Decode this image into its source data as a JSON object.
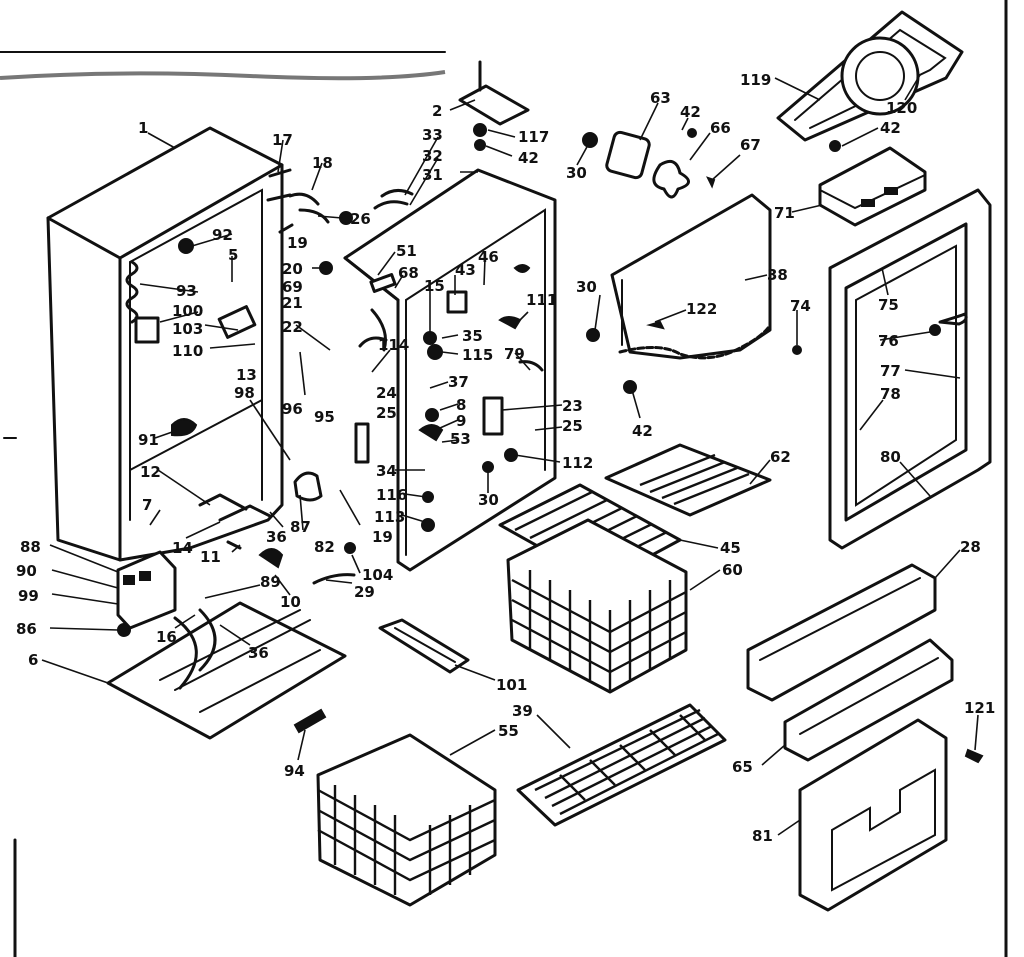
{
  "labels": {
    "p1": "1",
    "p2": "2",
    "p5": "5",
    "p6": "6",
    "p7": "7",
    "p8": "8",
    "p9": "9",
    "p10": "10",
    "p11": "11",
    "p12": "12",
    "p13": "13",
    "p14": "14",
    "p15": "15",
    "p16": "16",
    "p17": "17",
    "p18": "18",
    "p19a": "19",
    "p19b": "19",
    "p20": "20",
    "p21": "21",
    "p22": "22",
    "p23": "23",
    "p24": "24",
    "p25a": "25",
    "p25b": "25",
    "p26": "26",
    "p28": "28",
    "p29": "29",
    "p30a": "30",
    "p30b": "30",
    "p30c": "30",
    "p31": "31",
    "p32": "32",
    "p33": "33",
    "p34": "34",
    "p35": "35",
    "p36a": "36",
    "p36b": "36",
    "p37": "37",
    "p38": "38",
    "p39": "39",
    "p42a": "42",
    "p42b": "42",
    "p42c": "42",
    "p42d": "42",
    "p43": "43",
    "p45": "45",
    "p46": "46",
    "p51": "51",
    "p53": "53",
    "p55": "55",
    "p60": "60",
    "p62": "62",
    "p63": "63",
    "p65": "65",
    "p66": "66",
    "p67": "67",
    "p68": "68",
    "p69": "69",
    "p71": "71",
    "p74": "74",
    "p75": "75",
    "p76": "76",
    "p77": "77",
    "p78": "78",
    "p79": "79",
    "p80": "80",
    "p81": "81",
    "p82": "82",
    "p86": "86",
    "p87": "87",
    "p88": "88",
    "p89": "89",
    "p90": "90",
    "p91": "91",
    "p92": "92",
    "p93": "93",
    "p94": "94",
    "p95": "95",
    "p96": "96",
    "p98": "98",
    "p99": "99",
    "p100": "100",
    "p101": "101",
    "p103": "103",
    "p104": "104",
    "p110": "110",
    "p111": "111",
    "p112": "112",
    "p113": "113",
    "p114": "114",
    "p115": "115",
    "p116": "116",
    "p117": "117",
    "p119": "119",
    "p120": "120",
    "p121": "121",
    "p122": "122"
  }
}
